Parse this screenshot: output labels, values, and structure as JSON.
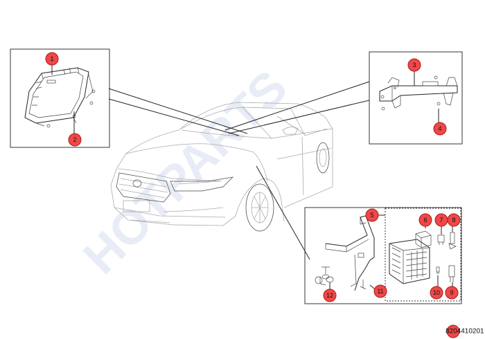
{
  "diagram": {
    "watermark": "HOTPARTS",
    "callouts": {
      "c1": "1",
      "c2": "2",
      "c3": "3",
      "c4": "4",
      "c5": "5",
      "c6": "6",
      "c7": "7",
      "c8": "8",
      "c9": "9",
      "c10": "10",
      "c11": "11",
      "c12": "12"
    },
    "diagram_number": "8204410201"
  }
}
